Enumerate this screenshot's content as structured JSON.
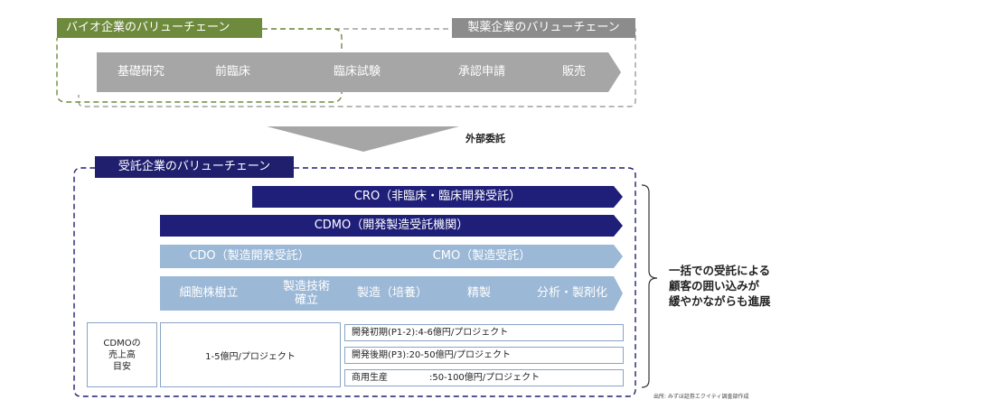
{
  "top": {
    "bio_label": "バイオ企業のバリューチェーン",
    "pharma_label": "製薬企業のバリューチェーン",
    "steps": [
      "基礎研究",
      "前臨床",
      "臨床試験",
      "承認申請",
      "販売"
    ]
  },
  "middle": {
    "outsourcing_label": "外部委託"
  },
  "contract": {
    "title": "受託企業のバリューチェーン",
    "cro": "CRO（非臨床・臨床開発受託）",
    "cdmo": "CDMO（開発製造受託機関）",
    "cdo": "CDO（製造開発受託）",
    "cmo": "CMO（製造受託）",
    "processes": [
      "細胞株樹立",
      "製造技術\n確立",
      "製造（培養）",
      "精製",
      "分析・製剤化"
    ],
    "sales_label": "CDMOの\n売上高\n目安",
    "sales_cdo": "1-5億円/プロジェクト",
    "phases": [
      {
        "label": "開発初期(P1-2)",
        "value": ":4-6億円/プロジェクト"
      },
      {
        "label": "開発後期(P3)",
        "value": ":20-50億円/プロジェクト"
      },
      {
        "label": "商用生産",
        "value": ":50-100億円/プロジェクト"
      }
    ]
  },
  "note": "一括での受託による\n顧客の囲い込みが\n緩やかながらも進展",
  "source": "出所: みずほ証券エクイティ調査部作成",
  "colors": {
    "bio_green": "#6e8b3d",
    "pharma_gray": "#8c8c8c",
    "navy": "#1f1f7a",
    "light_blue": "#9bb8d6"
  }
}
